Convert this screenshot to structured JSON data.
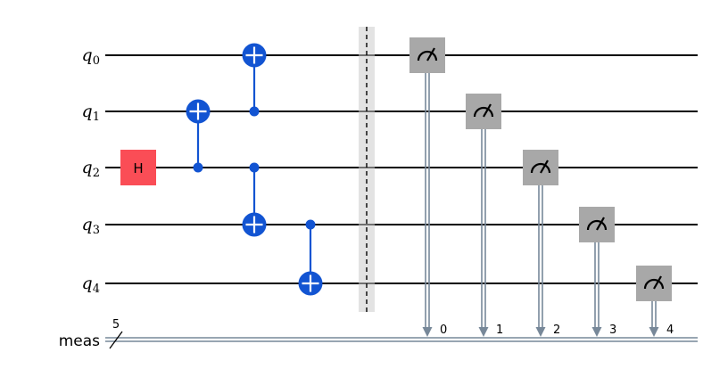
{
  "circuit": {
    "qubits": [
      {
        "name": "q0",
        "base": "q",
        "sub": "0"
      },
      {
        "name": "q1",
        "base": "q",
        "sub": "1"
      },
      {
        "name": "q2",
        "base": "q",
        "sub": "2"
      },
      {
        "name": "q3",
        "base": "q",
        "sub": "3"
      },
      {
        "name": "q4",
        "base": "q",
        "sub": "4"
      }
    ],
    "classical": {
      "label": "meas",
      "size": "5"
    },
    "gates": {
      "hadamard": {
        "label": "H",
        "qubit": "q2"
      },
      "cnots": [
        {
          "control": "q2",
          "target": "q1"
        },
        {
          "control": "q1",
          "target": "q0"
        },
        {
          "control": "q2",
          "target": "q3"
        },
        {
          "control": "q3",
          "target": "q4"
        }
      ],
      "barrier": {
        "qubits": "all"
      },
      "measurements": [
        {
          "qubit": "q0",
          "bit": "0"
        },
        {
          "qubit": "q1",
          "bit": "1"
        },
        {
          "qubit": "q2",
          "bit": "2"
        },
        {
          "qubit": "q3",
          "bit": "3"
        },
        {
          "qubit": "q4",
          "bit": "4"
        }
      ]
    },
    "colors": {
      "cnot_blue": "#1254D2",
      "h_red": "#FA4D56",
      "meas_gray": "#A8A8A8",
      "classical_gray": "#778899",
      "barrier_fill": "#CCCCCC",
      "wire_black": "#000000"
    }
  }
}
